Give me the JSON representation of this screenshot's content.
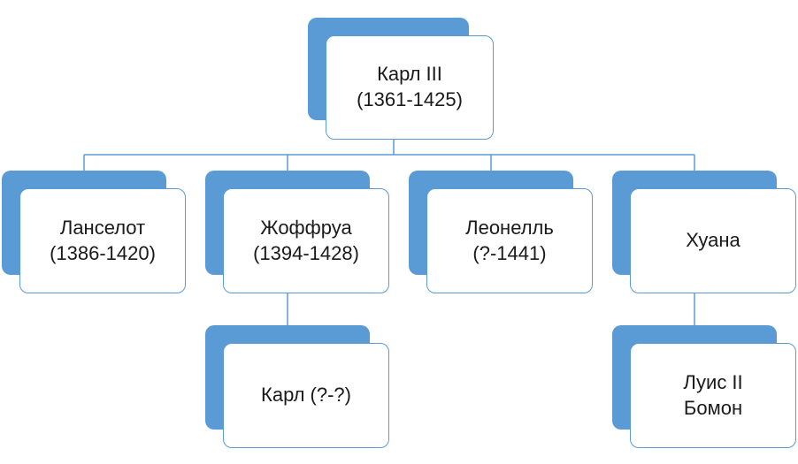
{
  "tree": {
    "root": {
      "line1": "Карл III",
      "line2": "(1361-1425)"
    },
    "children": [
      {
        "line1": "Ланселот",
        "line2": "(1386-1420)"
      },
      {
        "line1": "Жоффруа",
        "line2": "(1394-1428)"
      },
      {
        "line1": "Леонелль",
        "line2": "(?-1441)"
      },
      {
        "line1": "Хуана",
        "line2": ""
      }
    ],
    "grandchildren": [
      {
        "line1": "Карл (?-?)",
        "line2": ""
      },
      {
        "line1": "Луис II",
        "line2": "Бомон"
      }
    ]
  },
  "colors": {
    "accent": "#5b9bd5",
    "box": "#ffffff",
    "text": "#1a1a1a"
  }
}
